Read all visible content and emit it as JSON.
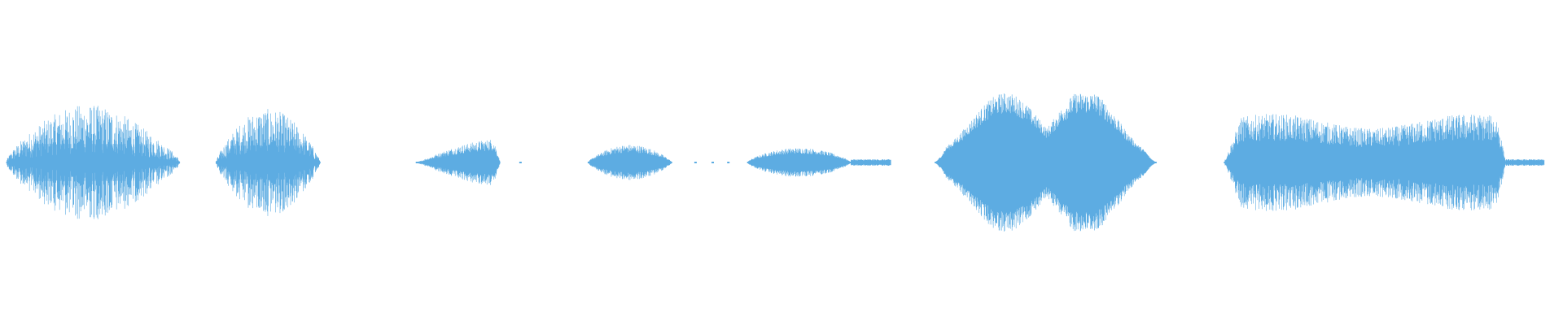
{
  "waveform": {
    "color": "#5dace2",
    "background": "#ffffff",
    "segments": [
      {
        "id": "segment-1",
        "start": 0.004,
        "end": 0.115,
        "amplitude": 0.36,
        "shape": "swell",
        "ripple": 0.85,
        "tail": 0.0
      },
      {
        "id": "segment-2",
        "start": 0.138,
        "end": 0.205,
        "amplitude": 0.33,
        "shape": "bell",
        "ripple": 0.8,
        "tail": 0.0
      },
      {
        "id": "segment-3",
        "start": 0.266,
        "end": 0.32,
        "amplitude": 0.17,
        "shape": "rise",
        "ripple": 0.5,
        "tail": 0.0
      },
      {
        "id": "segment-4",
        "start": 0.376,
        "end": 0.43,
        "amplitude": 0.11,
        "shape": "bell",
        "ripple": 0.45,
        "tail": 0.0
      },
      {
        "id": "segment-5",
        "start": 0.478,
        "end": 0.57,
        "amplitude": 0.09,
        "shape": "decay",
        "ripple": 0.4,
        "tail": 0.28
      },
      {
        "id": "segment-6",
        "start": 0.598,
        "end": 0.74,
        "amplitude": 0.43,
        "shape": "double",
        "ripple": 0.3,
        "tail": 0.0
      },
      {
        "id": "segment-7",
        "start": 0.783,
        "end": 0.988,
        "amplitude": 0.3,
        "shape": "plateau",
        "ripple": 0.55,
        "tail": 0.12
      }
    ],
    "dots": [
      {
        "id": "dot-1",
        "position": 0.333,
        "amplitude": 0.01
      },
      {
        "id": "dot-2",
        "position": 0.445,
        "amplitude": 0.01
      },
      {
        "id": "dot-3",
        "position": 0.456,
        "amplitude": 0.01
      },
      {
        "id": "dot-4",
        "position": 0.466,
        "amplitude": 0.01
      }
    ]
  }
}
